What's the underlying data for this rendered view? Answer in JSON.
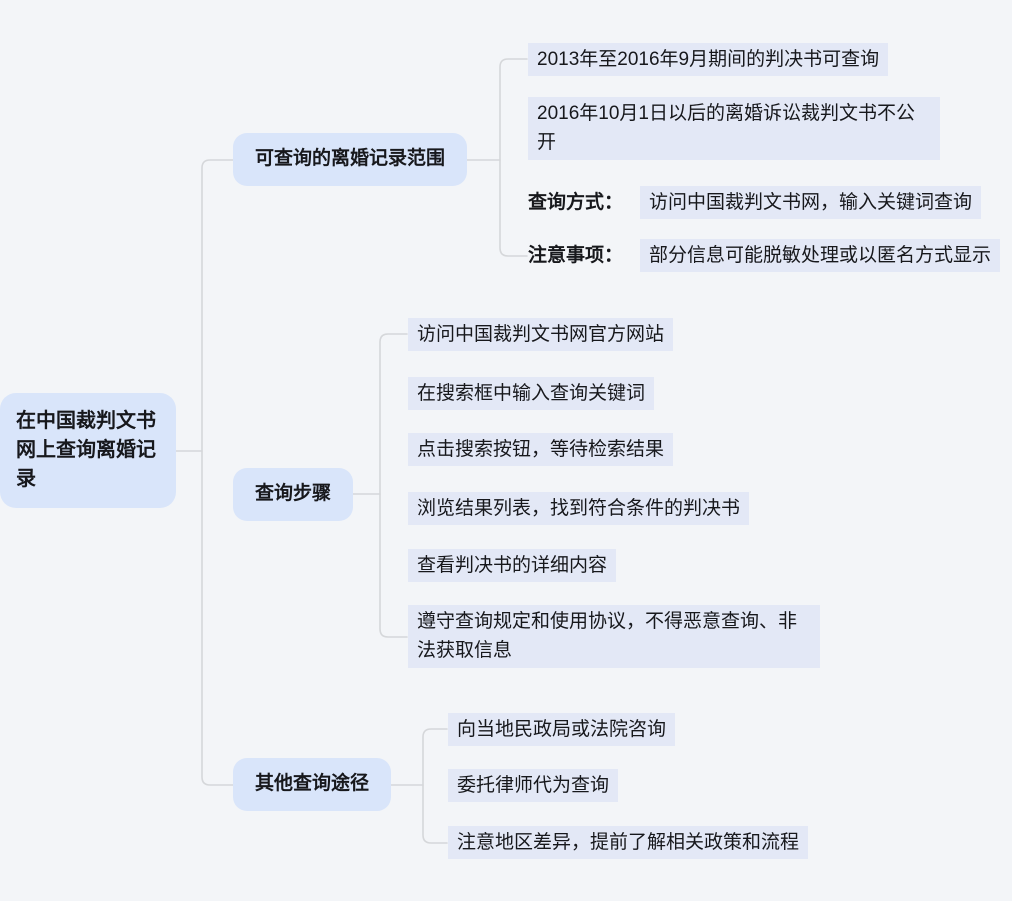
{
  "root": {
    "title": "在中国裁判文书网上查询离婚记录"
  },
  "branches": [
    {
      "label": "可查询的离婚记录范围",
      "children": [
        {
          "text": "2013年至2016年9月期间的判决书可查询"
        },
        {
          "text": "2016年10月1日以后的离婚诉讼裁判文书不公开"
        },
        {
          "label": "查询方式：",
          "text": "访问中国裁判文书网，输入关键词查询"
        },
        {
          "label": "注意事项：",
          "text": "部分信息可能脱敏处理或以匿名方式显示"
        }
      ]
    },
    {
      "label": "查询步骤",
      "children": [
        {
          "text": "访问中国裁判文书网官方网站"
        },
        {
          "text": "在搜索框中输入查询关键词"
        },
        {
          "text": "点击搜索按钮，等待检索结果"
        },
        {
          "text": "浏览结果列表，找到符合条件的判决书"
        },
        {
          "text": "查看判决书的详细内容"
        },
        {
          "text": "遵守查询规定和使用协议，不得恶意查询、非法获取信息"
        }
      ]
    },
    {
      "label": "其他查询途径",
      "children": [
        {
          "text": "向当地民政局或法院咨询"
        },
        {
          "text": "委托律师代为查询"
        },
        {
          "text": "注意地区差异，提前了解相关政策和流程"
        }
      ]
    }
  ],
  "colors": {
    "page_background": "#f3f5f8",
    "node_background": "#d9e5fa",
    "leaf_background": "#e3e8f6",
    "text": "#17181c",
    "connector_line": "#d5d7da"
  }
}
